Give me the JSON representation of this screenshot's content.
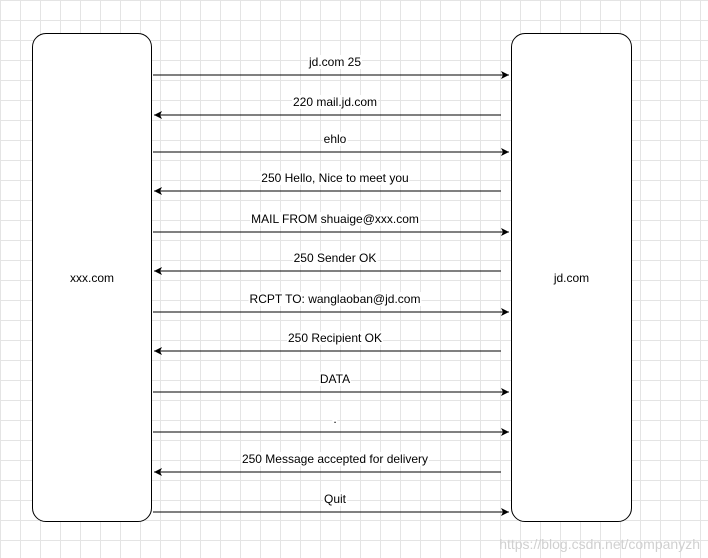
{
  "nodes": {
    "left": "xxx.com",
    "right": "jd.com"
  },
  "messages": [
    {
      "label": "jd.com 25",
      "direction": "right"
    },
    {
      "label": "220 mail.jd.com",
      "direction": "left"
    },
    {
      "label": "ehlo",
      "direction": "right"
    },
    {
      "label": "250 Hello, Nice to meet you",
      "direction": "left"
    },
    {
      "label": "MAIL FROM shuaige@xxx.com",
      "direction": "right"
    },
    {
      "label": "250 Sender OK",
      "direction": "left"
    },
    {
      "label": "RCPT TO: wanglaoban@jd.com",
      "direction": "right"
    },
    {
      "label": "250 Recipient OK",
      "direction": "left"
    },
    {
      "label": "DATA",
      "direction": "right"
    },
    {
      "label": ".",
      "direction": "right"
    },
    {
      "label": "250 Message accepted for delivery",
      "direction": "left"
    },
    {
      "label": "Quit",
      "direction": "right"
    }
  ],
  "watermark": "https://blog.csdn.net/companyzh"
}
